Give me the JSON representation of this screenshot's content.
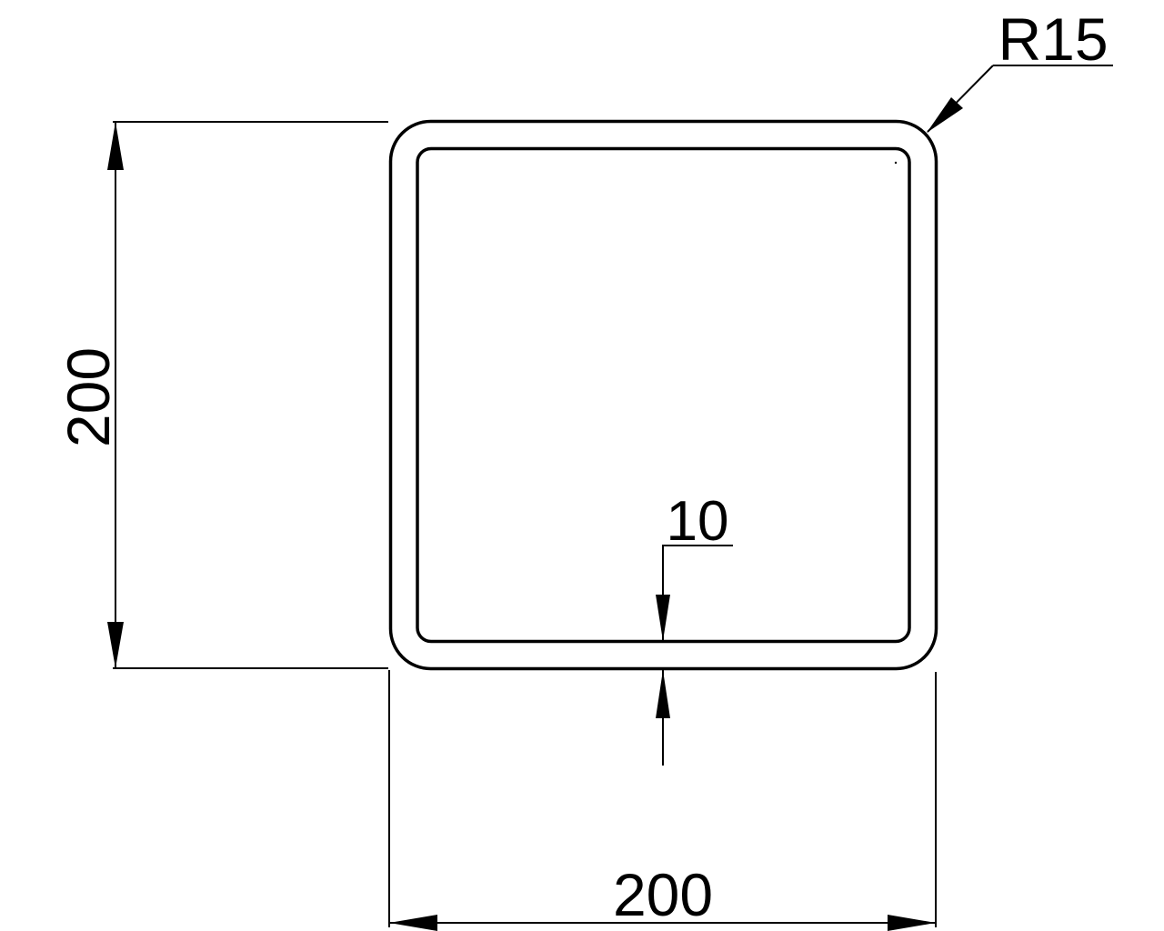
{
  "drawing": {
    "subject": "square-tube-cross-section",
    "colors": {
      "line": "#000000",
      "background": "#ffffff"
    },
    "dimensions": {
      "width": {
        "label": "200"
      },
      "height": {
        "label": "200"
      },
      "wall_thickness": {
        "label": "10"
      },
      "corner_radius": {
        "label": "R15"
      }
    }
  }
}
